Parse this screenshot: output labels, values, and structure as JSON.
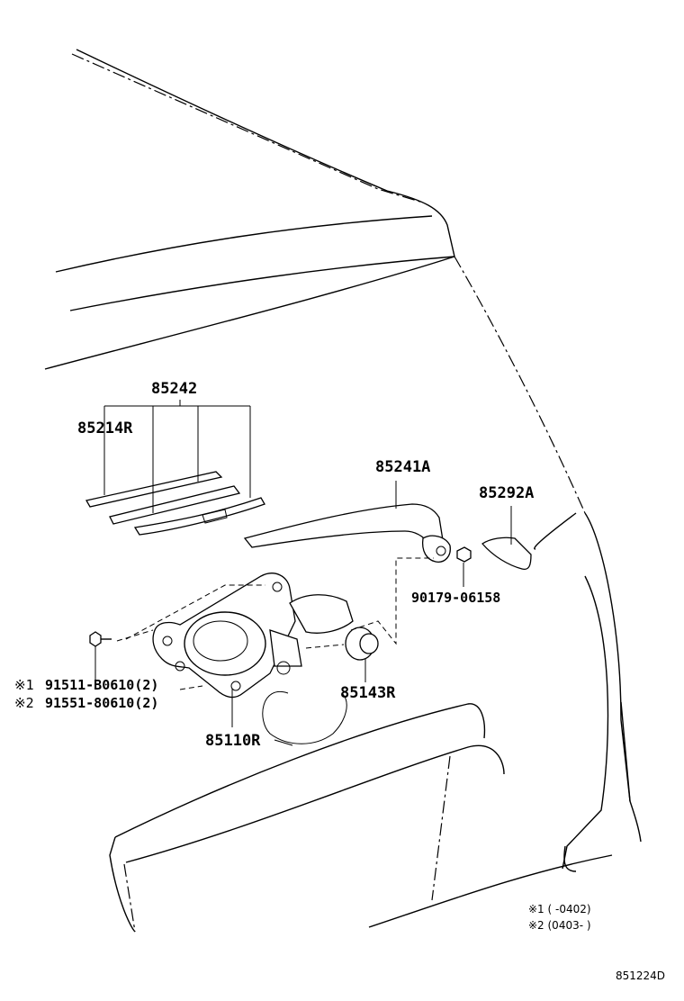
{
  "labels": {
    "blade_set": "85242",
    "blade_rubber": "85214R",
    "arm": "85241A",
    "arm_cover": "85292A",
    "nut": "90179-06158",
    "bolt_1": "91511-B0610(2)",
    "bolt_2": "91551-80610(2)",
    "bolt_1_mark": "※1",
    "bolt_2_mark": "※2",
    "grommet": "85143R",
    "motor": "85110R"
  },
  "notes": {
    "note_1": "※1 (        -0402)",
    "note_2": "※2 (0403-        )"
  },
  "figure_code": "851224D"
}
